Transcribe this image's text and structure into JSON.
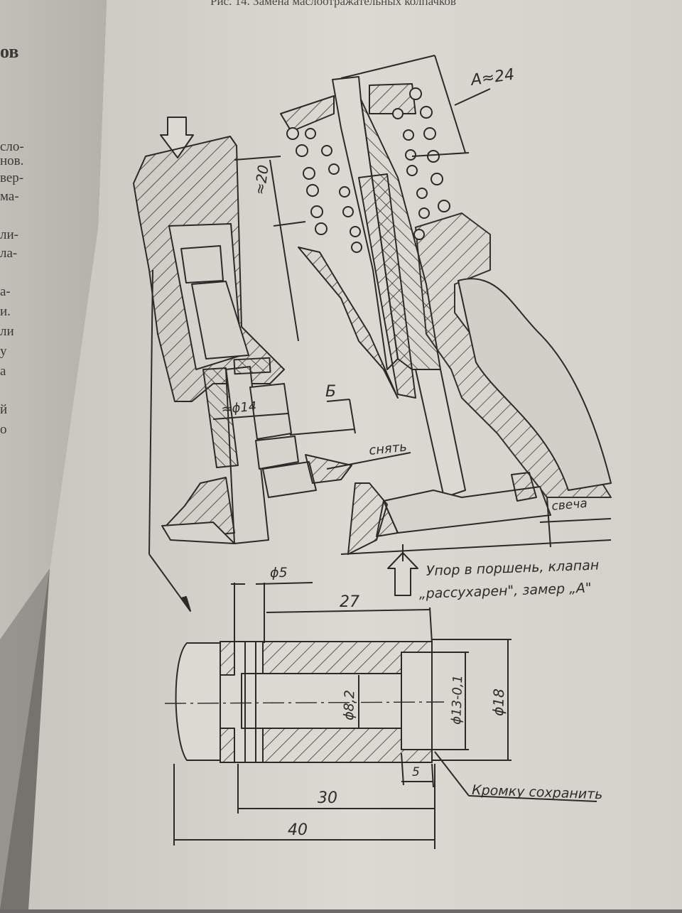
{
  "caption": "Рис. 14. Замена маслоотражательных колпачков",
  "left_page_fragments": [
    "ов",
    "сло-",
    "нов.",
    "вер-",
    "ма-",
    "ли-",
    "ла-",
    "а-",
    "и.",
    "ли",
    "у",
    "а",
    "й",
    "о"
  ],
  "labels": {
    "dim_20": "≈20",
    "dim_a24": "A≈24",
    "dim_d14": "≈ϕ14",
    "label_b": "Б",
    "label_snyat": "снять",
    "label_svecha": "свеча",
    "note_line1": "Упор в поршень, клапан",
    "note_line2": "„рассухарен\", замер „А\"",
    "dim_d5": "ϕ5",
    "dim_27": "27",
    "dim_d82": "ϕ8,2",
    "dim_d13": "ϕ13-0,1",
    "dim_d18": "ϕ18",
    "dim_5": "5",
    "dim_30": "30",
    "dim_40": "40",
    "note_edge": "Кромку сохранить"
  }
}
